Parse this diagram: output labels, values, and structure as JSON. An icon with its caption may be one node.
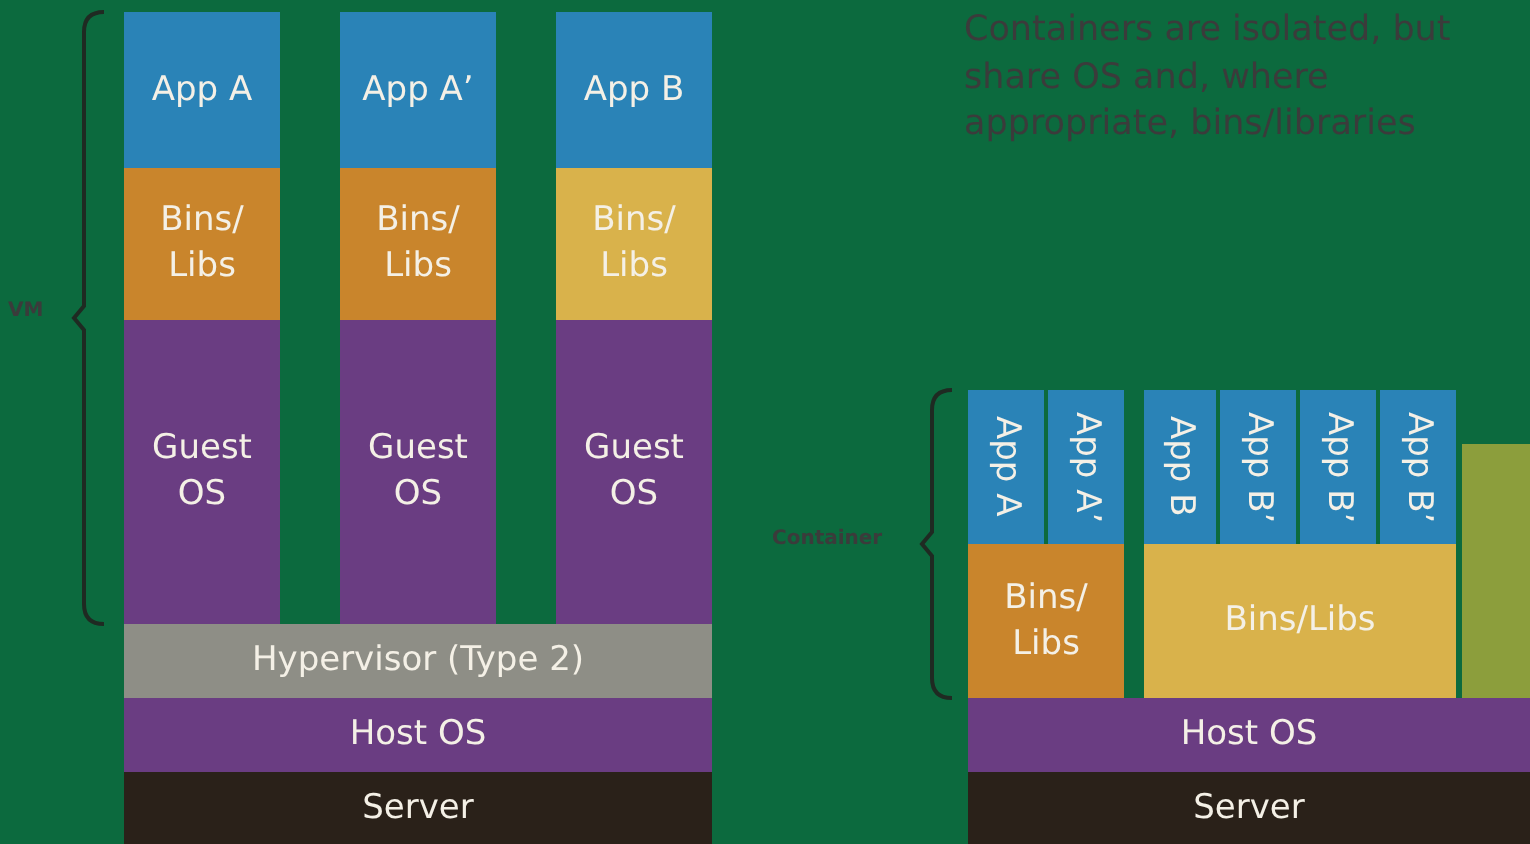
{
  "diagram": {
    "nodes": [
      {
        "text": [
          "App A"
        ]
      },
      {
        "text": [
          "App A’"
        ]
      },
      {
        "text": [
          "App B"
        ]
      },
      {
        "text": [
          "Bins/ Libs"
        ]
      },
      {
        "text": [
          "Bins/ Libs"
        ]
      },
      {
        "text": [
          "Bins/ Libs"
        ]
      },
      {
        "text": [
          "Guest OS"
        ]
      },
      {
        "text": [
          "Guest OS"
        ]
      },
      {
        "text": [
          "Guest OS"
        ]
      },
      {
        "text": [
          "Hypervisor (Type 2)"
        ]
      },
      {
        "text": [
          "Host OS"
        ]
      },
      {
        "text": [
          "Server"
        ]
      },
      {
        "text": [
          "App A"
        ]
      },
      {
        "text": [
          "App A’"
        ]
      },
      {
        "text": [
          "App B"
        ]
      },
      {
        "text": [
          "App B’"
        ]
      },
      {
        "text": [
          "App B’"
        ]
      },
      {
        "text": [
          "App B’"
        ]
      },
      {
        "text": [
          "Bins/ Libs"
        ]
      },
      {
        "text": [
          "Bins/Libs"
        ]
      },
      {
        "text": [],
        "shape": "box"
      },
      {
        "text": [
          "Host OS"
        ]
      },
      {
        "text": [
          "Server"
        ]
      }
    ],
    "edges": [],
    "labels": [
      "Containers are isolated, but share OS and, where appropriate, bins/libraries",
      "VM",
      "Container"
    ]
  }
}
